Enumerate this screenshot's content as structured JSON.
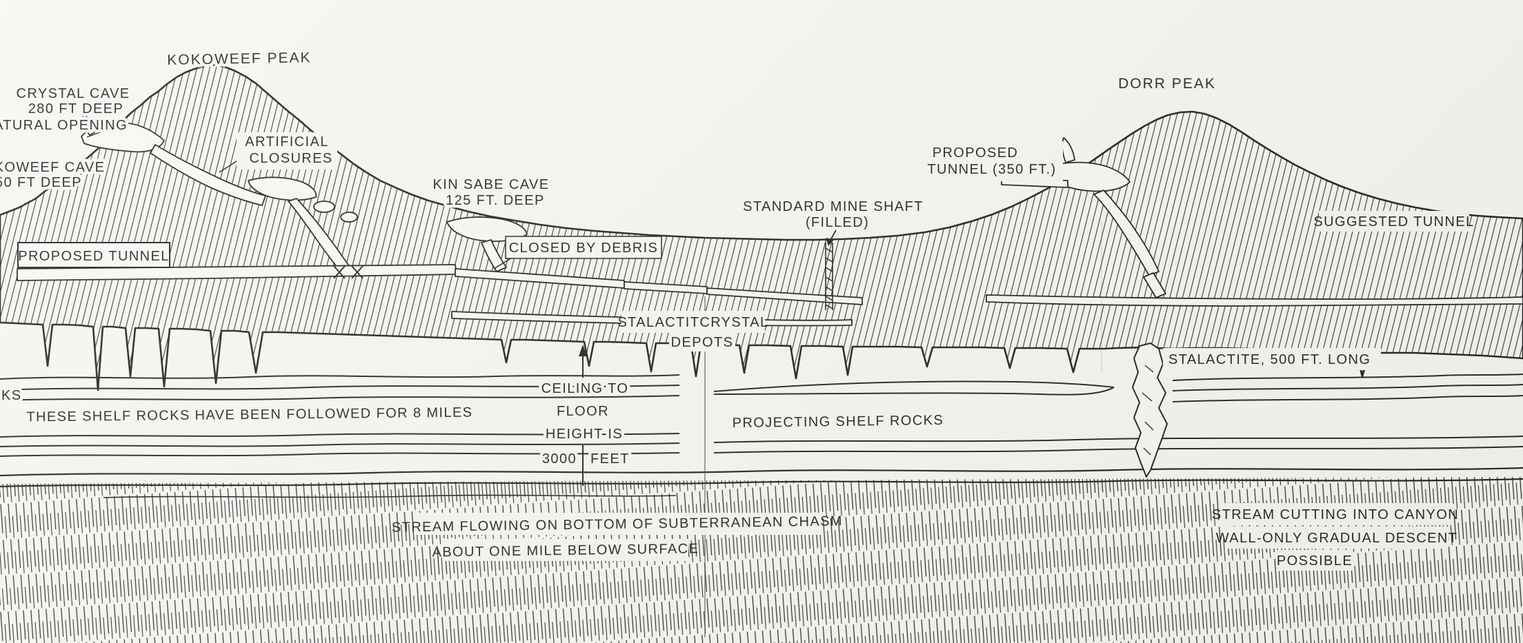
{
  "colors": {
    "paper": "#f7f6f1",
    "ink": "#161616"
  },
  "labels": {
    "kokoweef_peak": "KOKOWEEF PEAK",
    "crystal_cave_line1": "CRYSTAL CAVE",
    "crystal_cave_line2": "280 FT DEEP",
    "crystal_cave_line3": "ATURAL OPENING",
    "kokoweef_cave_line1": "KOWEEF CAVE",
    "kokoweef_cave_line2": "50 FT DEEP",
    "artificial_closures_line1": "ARTIFICIAL",
    "artificial_closures_line2": "CLOSURES",
    "proposed_tunnel_left": "PROPOSED TUNNEL",
    "kin_sabe_line1": "KIN SABE CAVE",
    "kin_sabe_line2": "125 FT. DEEP",
    "closed_by_debris": "CLOSED BY DEBRIS",
    "mine_shaft_line1": "STANDARD MINE SHAFT",
    "mine_shaft_line2": "(FILLED)",
    "stalactite_crystal_line1": "STALACTITCRYSTAL",
    "stalactite_crystal_line2": "DEPOTS",
    "dorr_peak": "DORR PEAK",
    "proposed_tunnel_right_line1": "PROPOSED",
    "proposed_tunnel_right_line2": "TUNNEL (350 FT.)",
    "suggested_tunnel": "SUGGESTED TUNNEL",
    "stalactite_500": "STALACTITE, 500 FT. LONG",
    "ceiling_line1": "CEILING TO",
    "ceiling_line2": "FLOOR",
    "ceiling_line3": "HEIGHT IS",
    "ceiling_word_3000": "3000",
    "ceiling_word_feet": "FEET",
    "shelf_rocks_left": "THESE SHELF ROCKS HAVE BEEN FOLLOWED FOR 8 MILES",
    "shelf_fragment": "KS",
    "projecting_shelf": "PROJECTING SHELF ROCKS",
    "stream_chasm_line1": "STREAM FLOWING ON BOTTOM OF SUBTERRANEAN CHASM",
    "stream_chasm_line2": "ABOUT ONE MILE BELOW SURFACE",
    "stream_canyon_line1": "STREAM CUTTING INTO CANYON",
    "stream_canyon_line2": "WALL-ONLY GRADUAL DESCENT",
    "stream_canyon_line3": "POSSIBLE"
  }
}
